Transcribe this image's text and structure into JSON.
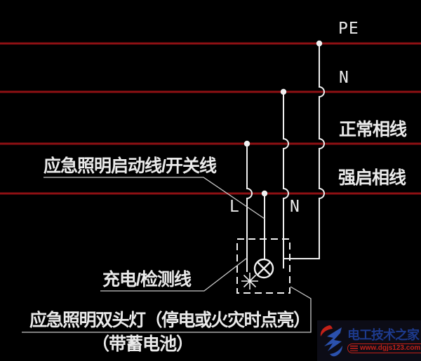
{
  "colors": {
    "bg": "#000000",
    "bus-red": "#8e1013",
    "wire": "#f0f0f0",
    "leader": "#c9c9c9",
    "text": "#eaeaea",
    "logo-bg": "#0c0c16",
    "logo-blue": "#2b51ad",
    "logo-navy": "#1d3a8c",
    "logo-red": "#c32118"
  },
  "buses": {
    "pe_label": "PE",
    "neutral_label": "N",
    "normal_phase_label": "正常相线",
    "forced_phase_label": "强启相线"
  },
  "wires": {
    "live_label": "L",
    "neutral_label": "N"
  },
  "annotations": {
    "switch_line": "应急照明启动线/开关线",
    "charge_line": "充电/检测线",
    "lamp_caption": "应急照明双头灯（停电或火灾时点亮）",
    "battery_caption": "（带蓄电池）"
  },
  "watermark": {
    "title": "电工技术之家",
    "url": "www.dgjs123.com"
  }
}
